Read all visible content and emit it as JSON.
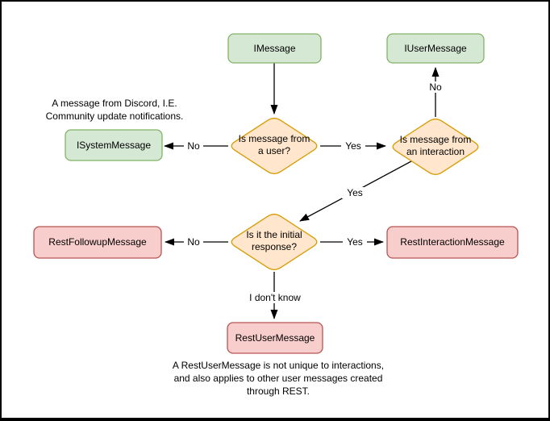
{
  "diagram": {
    "nodes": {
      "imessage": "IMessage",
      "iusermessage": "IUserMessage",
      "isystemmessage": "ISystemMessage",
      "restfollowupmessage": "RestFollowupMessage",
      "restinteractionmessage": "RestInteractionMessage",
      "restusermessage": "RestUserMessage"
    },
    "decisions": {
      "from_user": [
        "Is message from",
        "a user?"
      ],
      "from_interaction": [
        "Is message from",
        "an interaction"
      ],
      "initial_response": [
        "Is it the initial",
        "response?"
      ]
    },
    "edge_labels": {
      "user_no": "No",
      "user_yes": "Yes",
      "interaction_no": "No",
      "interaction_yes": "Yes",
      "initial_no": "No",
      "initial_yes": "Yes",
      "initial_unknown": "I don't know"
    },
    "notes": {
      "system_message_note": [
        "A message from Discord, I.E.",
        "Community update notifications."
      ],
      "rest_user_message_note": [
        "A RestUserMessage is not unique to interactions,",
        "and also applies to other user messages created",
        "through REST."
      ]
    },
    "colors": {
      "interface_node_fill": "#d5e8d4",
      "interface_node_stroke": "#82b366",
      "decision_fill": "#ffe6cc",
      "decision_stroke": "#d79b00",
      "rest_node_fill": "#f8cecc",
      "rest_node_stroke": "#b85450",
      "connector": "#000000",
      "background": "#ffffff",
      "frame_border": "#000000"
    }
  }
}
